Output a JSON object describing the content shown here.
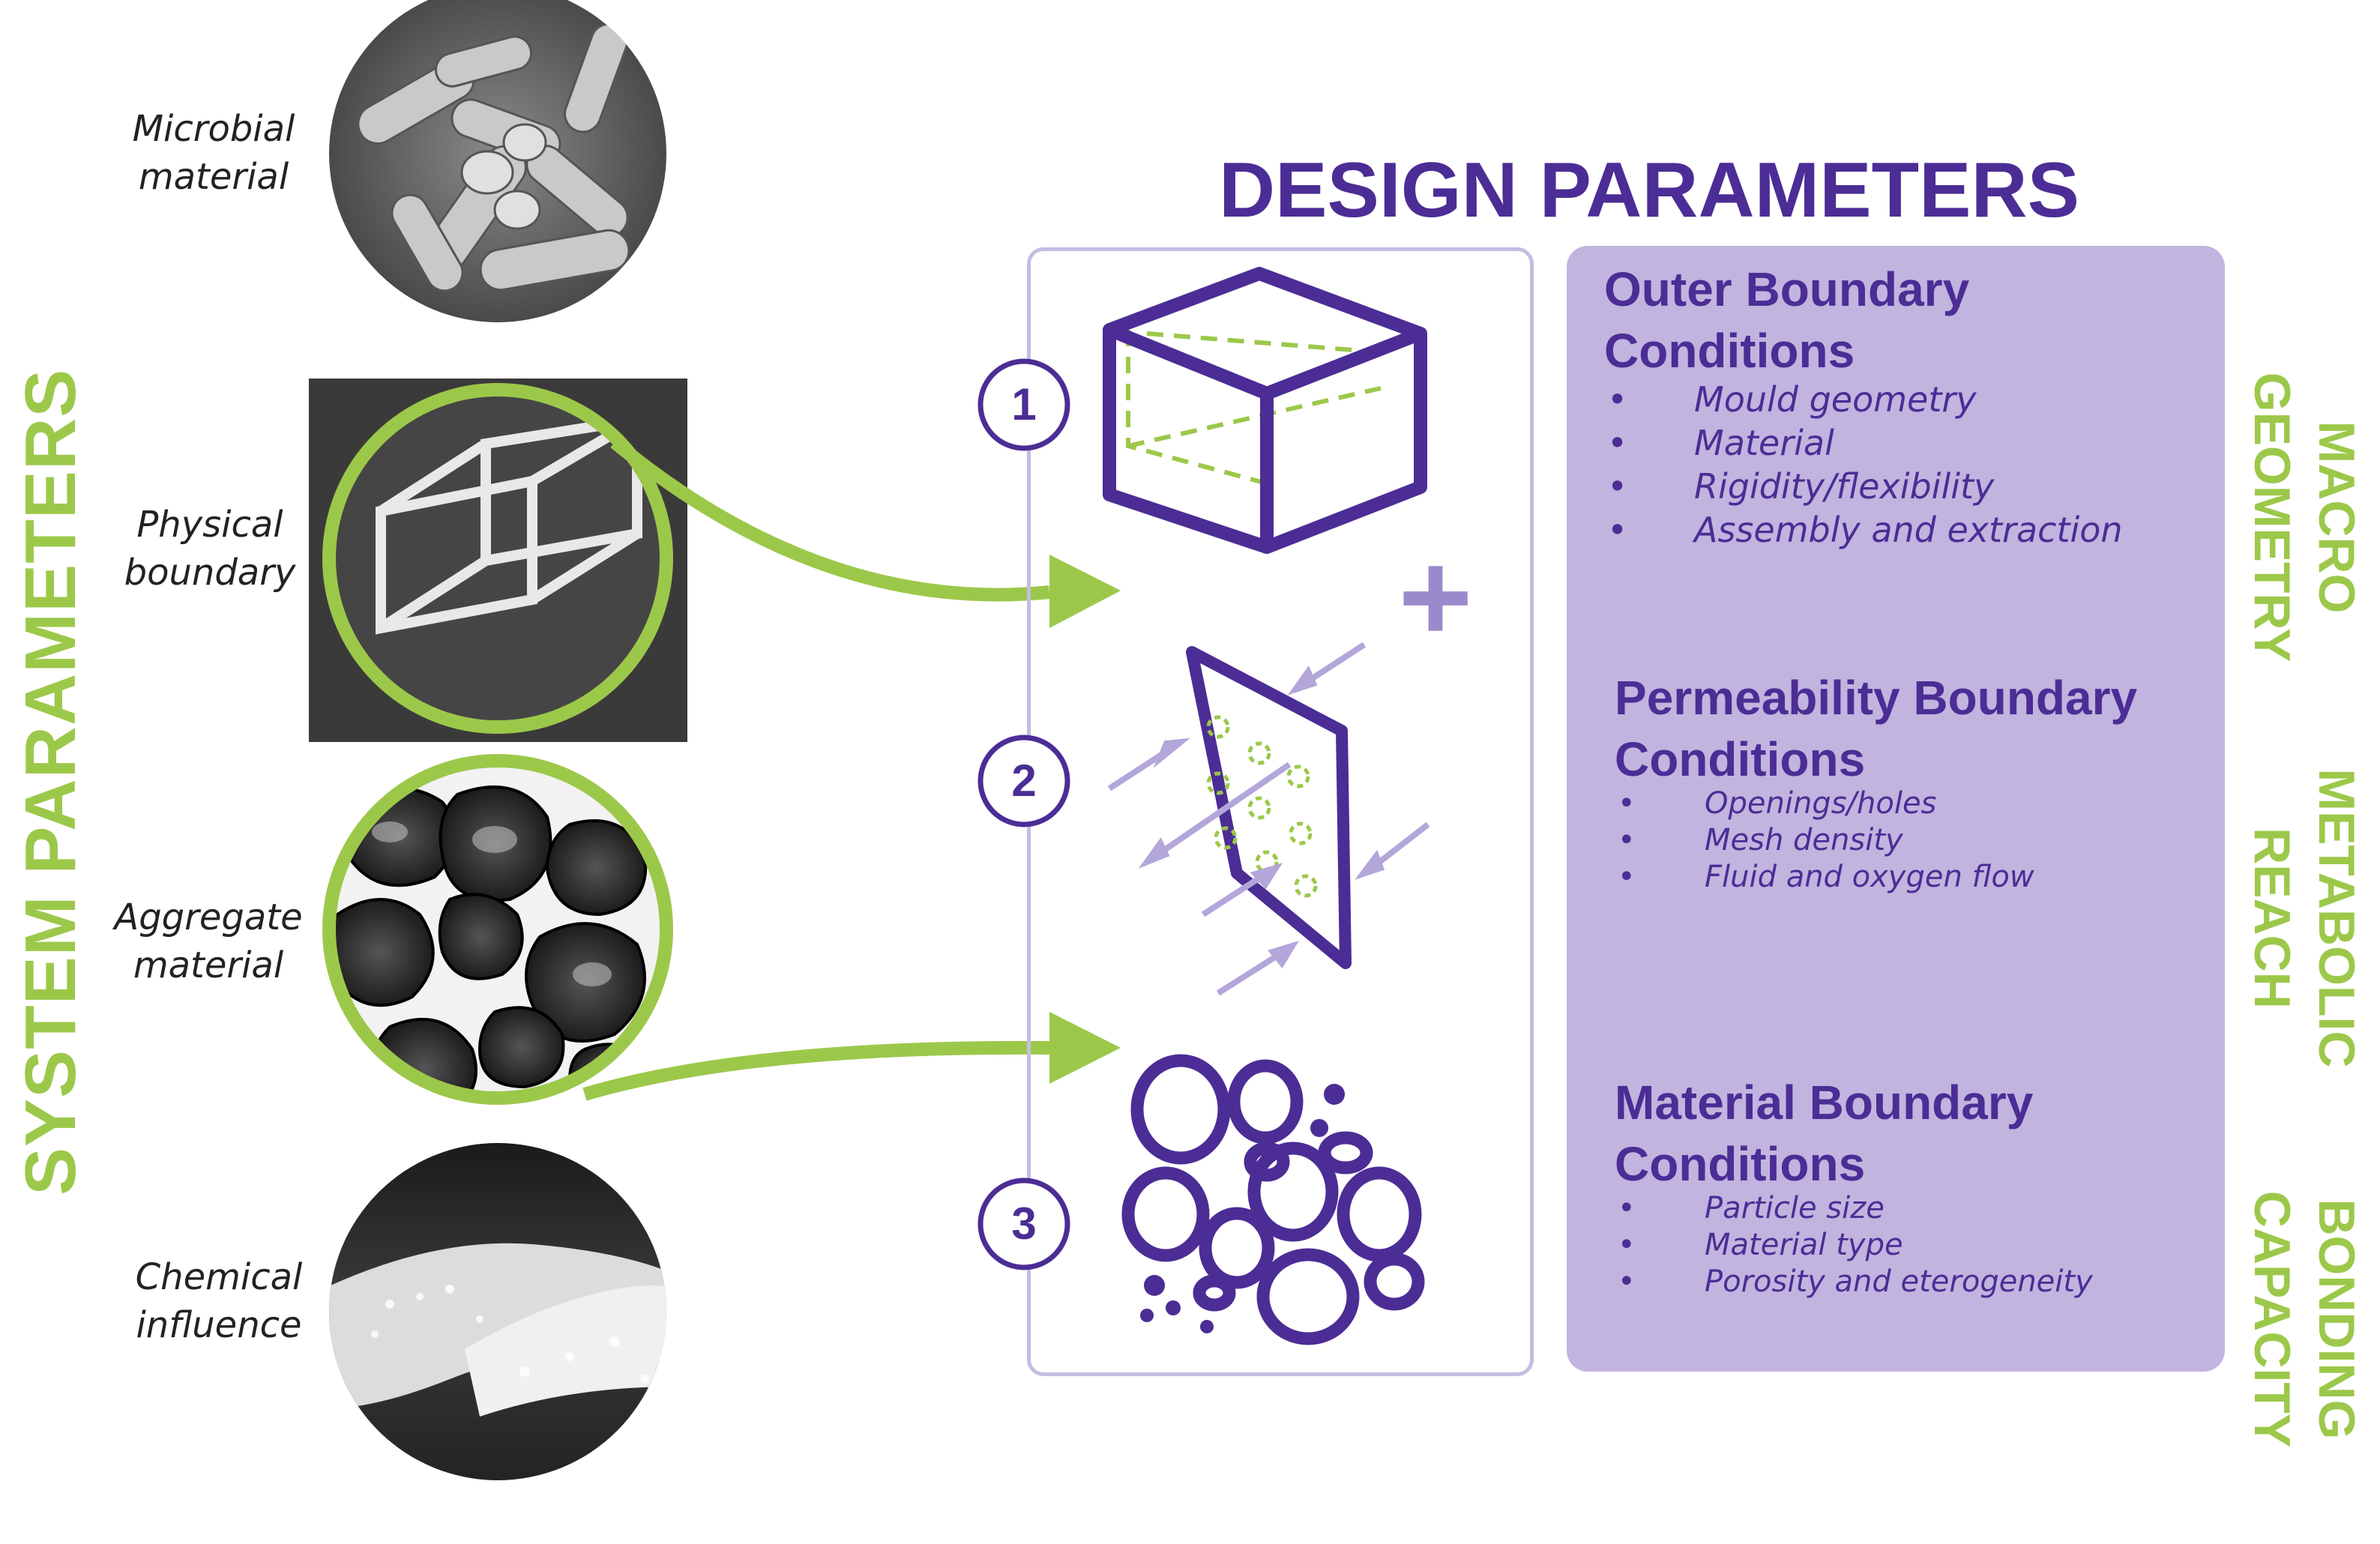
{
  "system_parameters": {
    "title": "SYSTEM PARAMETERS",
    "items": [
      {
        "label_line1": "Microbial",
        "label_line2": "material"
      },
      {
        "label_line1": "Physical",
        "label_line2": "boundary"
      },
      {
        "label_line1": "Aggregate",
        "label_line2": "material"
      },
      {
        "label_line1": "Chemical",
        "label_line2": "influence"
      }
    ]
  },
  "design_parameters": {
    "title": "DESIGN PARAMETERS",
    "steps": [
      "1",
      "2",
      "3"
    ],
    "plus": "+",
    "sections": [
      {
        "title_line1": "Outer Boundary",
        "title_line2": "Conditions",
        "bullets": [
          "Mould geometry",
          "Material",
          "Rigidity/flexibility",
          "Assembly and extraction"
        ],
        "side_line1": "MACRO",
        "side_line2": "GEOMETRY"
      },
      {
        "title_line1": "Permeability Boundary",
        "title_line2": "Conditions",
        "bullets": [
          "Openings/holes",
          "Mesh density",
          "Fluid and oxygen flow"
        ],
        "side_line1": "METABOLIC",
        "side_line2": "REACH"
      },
      {
        "title_line1": "Material Boundary",
        "title_line2": "Conditions",
        "bullets": [
          "Particle size",
          "Material type",
          "Porosity and eterogeneity"
        ],
        "side_line1": "BONDING",
        "side_line2": "CAPACITY"
      }
    ]
  },
  "colors": {
    "accent_purple": "#4b2d95",
    "accent_green": "#9cc84a",
    "panel_lavender": "#c1b4df",
    "arrow_lavender": "#b3a6da"
  }
}
